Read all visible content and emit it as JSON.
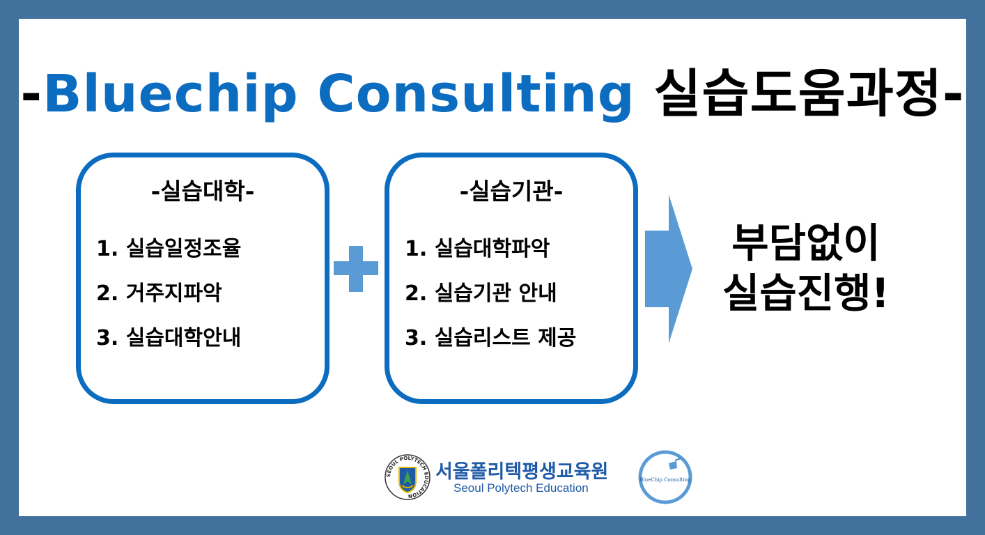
{
  "title": {
    "dash_left": "-",
    "english": "Bluechip Consulting",
    "korean": " 실습도움과정",
    "dash_right": "-"
  },
  "left_card": {
    "title": "-실습대학-",
    "items": [
      "1. 실습일정조율",
      "2. 거주지파악",
      "3. 실습대학안내"
    ]
  },
  "right_card": {
    "title": "-실습기관-",
    "items": [
      "1. 실습대학파악",
      "2. 실습기관 안내",
      "3. 실습리스트 제공"
    ]
  },
  "result": {
    "line1": "부담없이",
    "line2": "실습진행!"
  },
  "logos": {
    "school_korean": "서울폴리텍평생교육원",
    "school_english": "Seoul Polytech Education",
    "seal_text": "SEOUL POLYTECH EDUCATION",
    "consulting_mark": "BlueChip Consulting"
  },
  "colors": {
    "frame": "#41719c",
    "accent": "#0b6cc0",
    "shape_fill": "#5b9bd5",
    "logo_text": "#1f5aa6"
  },
  "icons": {
    "plus": "plus-icon",
    "arrow": "arrow-right-icon",
    "seal": "school-seal-icon",
    "consulting_logo": "consulting-logo-icon"
  }
}
